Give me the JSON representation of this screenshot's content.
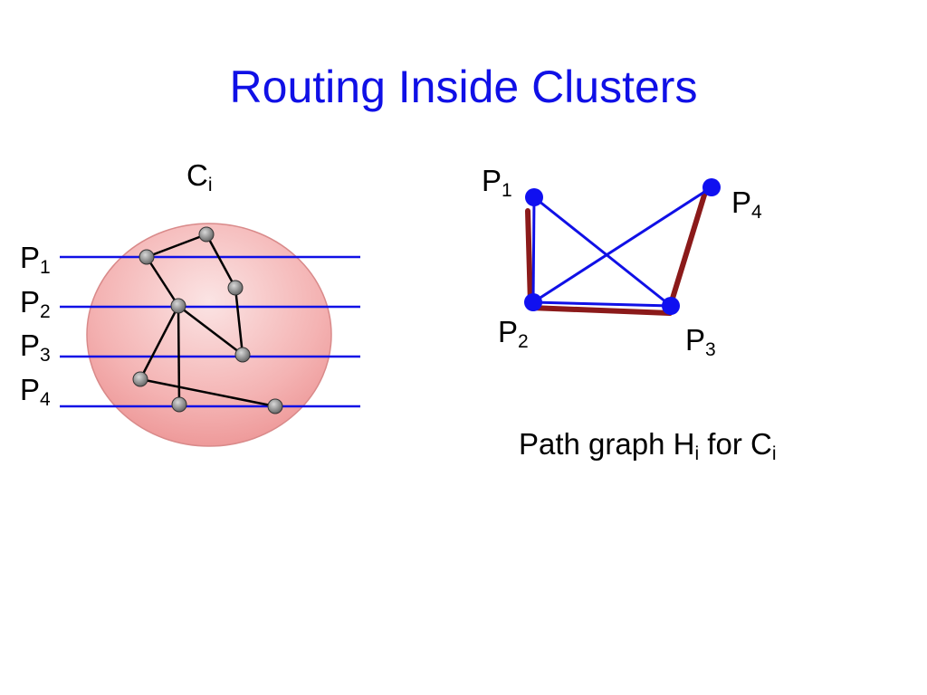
{
  "title": "Routing Inside Clusters",
  "cluster_label": {
    "base": "C",
    "sub": "i"
  },
  "left_path_labels": [
    {
      "base": "P",
      "sub": "1"
    },
    {
      "base": "P",
      "sub": "2"
    },
    {
      "base": "P",
      "sub": "3"
    },
    {
      "base": "P",
      "sub": "4"
    }
  ],
  "right_node_labels": [
    {
      "base": "P",
      "sub": "1"
    },
    {
      "base": "P",
      "sub": "4"
    },
    {
      "base": "P",
      "sub": "2"
    },
    {
      "base": "P",
      "sub": "3"
    }
  ],
  "caption": {
    "part1": "Path graph H",
    "sub1": "i",
    "part2": " for C",
    "sub2": "i"
  },
  "colors": {
    "title": "#1010e6",
    "path_line": "#1010e6",
    "graph_edge": "#1010e6",
    "highlight_edge": "#8b1a1a",
    "cluster_fill_top": "#f6c9c9",
    "cluster_fill_bottom": "#f08f8f",
    "node_gray": "#7a7a7a",
    "graph_node": "#1010f0"
  }
}
